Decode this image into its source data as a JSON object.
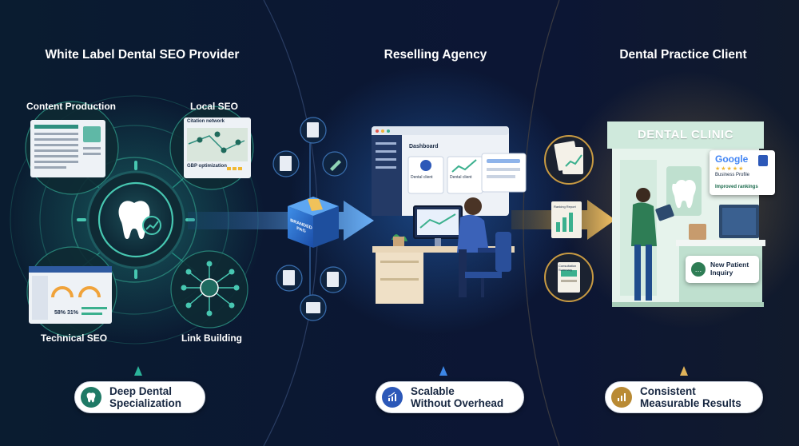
{
  "columns": {
    "provider": {
      "title": "White Label Dental SEO Provider"
    },
    "agency": {
      "title": "Reselling Agency"
    },
    "client": {
      "title": "Dental Practice Client"
    }
  },
  "provider": {
    "content_production": {
      "label": "Content Production"
    },
    "local_seo": {
      "label": "Local SEO",
      "card_title": "Citation network",
      "card_footer": "GBP optimization"
    },
    "technical_seo": {
      "label": "Technical SEO",
      "card_stat_1": "58%",
      "card_stat_2": "31%"
    },
    "link_building": {
      "label": "Link Building"
    }
  },
  "package": {
    "label_line1": "BRANDED",
    "label_line2": "PAG"
  },
  "agency": {
    "dashboard_title": "Dashboard",
    "card_1": "Dental client",
    "card_2": "Dental client"
  },
  "client": {
    "clinic_sign": "DENTAL CLINIC",
    "google_label": "Google",
    "google_profile": "Business Profile",
    "google_status": "Improved rankings",
    "inquiry_line1": "New Patient",
    "inquiry_line2": "Inquiry",
    "report_1": "Ranking Report",
    "report_2": "Consultation Summary"
  },
  "badges": [
    {
      "line1": "Deep Dental",
      "line2": "Specialization",
      "icon": "tooth-icon",
      "color": "#1f7a66"
    },
    {
      "line1": "Scalable",
      "line2": "Without Overhead",
      "icon": "growth-chart-icon",
      "color": "#2c58b8"
    },
    {
      "line1": "Consistent",
      "line2": "Measurable Results",
      "icon": "results-chart-icon",
      "color": "#b98a34"
    }
  ],
  "colors": {
    "teal": "#2bb39a",
    "blue": "#3c86e6",
    "gold": "#e0b35a",
    "background": "#0b1530"
  }
}
